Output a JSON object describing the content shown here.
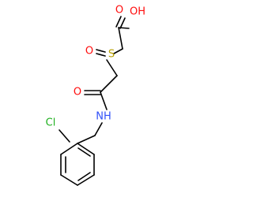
{
  "molecule": {
    "atoms": {
      "O_carbonyl_acid": {
        "symbol": "O",
        "color": "#ff0d0d"
      },
      "OH_acid": {
        "symbol": "OH",
        "color": "#ff0d0d"
      },
      "O_sulfoxide": {
        "symbol": "O",
        "color": "#ff0d0d"
      },
      "S_sulfoxide": {
        "symbol": "S",
        "color": "#b8a000"
      },
      "O_amide": {
        "symbol": "O",
        "color": "#ff0d0d"
      },
      "NH_amide": {
        "symbol": "NH",
        "color": "#3050f8"
      },
      "Cl": {
        "symbol": "Cl",
        "color": "#1fb01f"
      }
    },
    "bond_color": "#000000"
  }
}
